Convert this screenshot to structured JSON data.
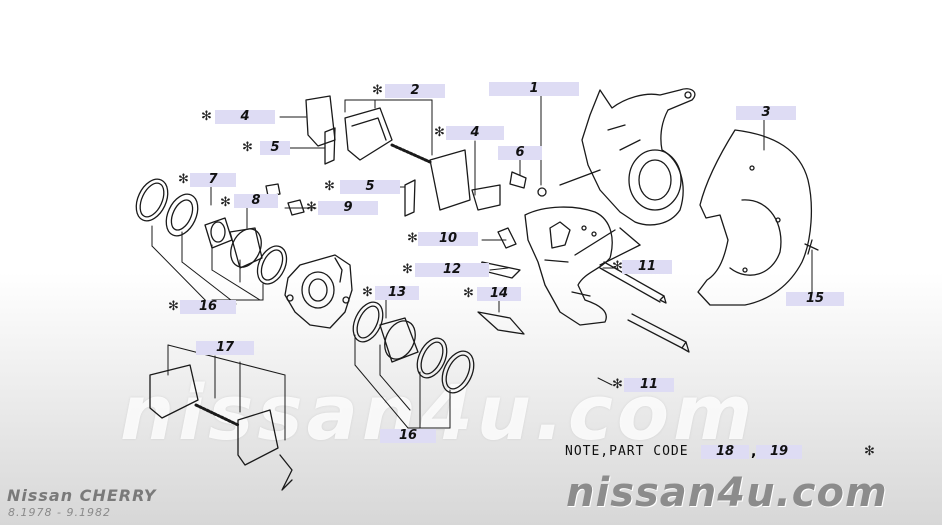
{
  "callouts": {
    "c1": "1",
    "c2": "2",
    "c3": "3",
    "c4a": "4",
    "c4b": "4",
    "c5a": "5",
    "c5b": "5",
    "c6": "6",
    "c7": "7",
    "c8": "8",
    "c9": "9",
    "c10": "10",
    "c11a": "11",
    "c11b": "11",
    "c12": "12",
    "c13": "13",
    "c14": "14",
    "c15": "15",
    "c16a": "16",
    "c16b": "16",
    "c17": "17"
  },
  "marker_symbol": "✻",
  "note": {
    "label": "NOTE,PART CODE",
    "code1": "18",
    "separator": ",",
    "code2": "19"
  },
  "watermark": {
    "main": "nissan4u.com",
    "corner": "nissan4u.com"
  },
  "vehicle": {
    "name": "Nissan CHERRY",
    "period": "8.1978 - 9.1982"
  }
}
